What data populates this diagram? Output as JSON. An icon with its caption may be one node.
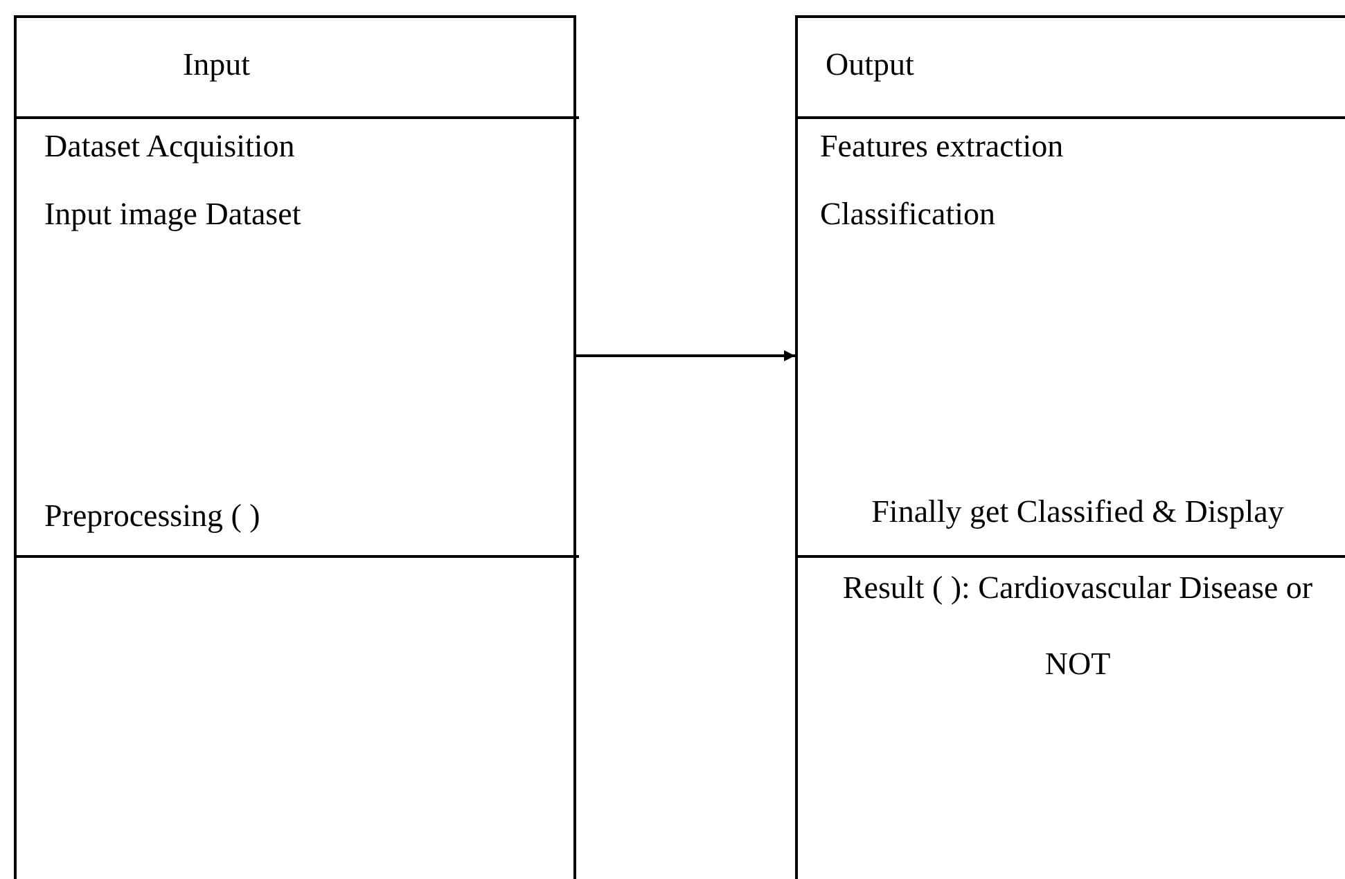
{
  "diagram": {
    "nodes": [
      {
        "text": [
          "Input",
          "Dataset Acquisition",
          "Input image Dataset",
          "Preprocessing ( )"
        ]
      },
      {
        "text": [
          "Output",
          "Features extraction",
          "Classification",
          "Finally get Classified & Display Result ( ): Cardiovascular Disease or NOT"
        ]
      }
    ],
    "edges": [
      {
        "from": 0,
        "to": 1,
        "arrow": "to"
      }
    ]
  }
}
